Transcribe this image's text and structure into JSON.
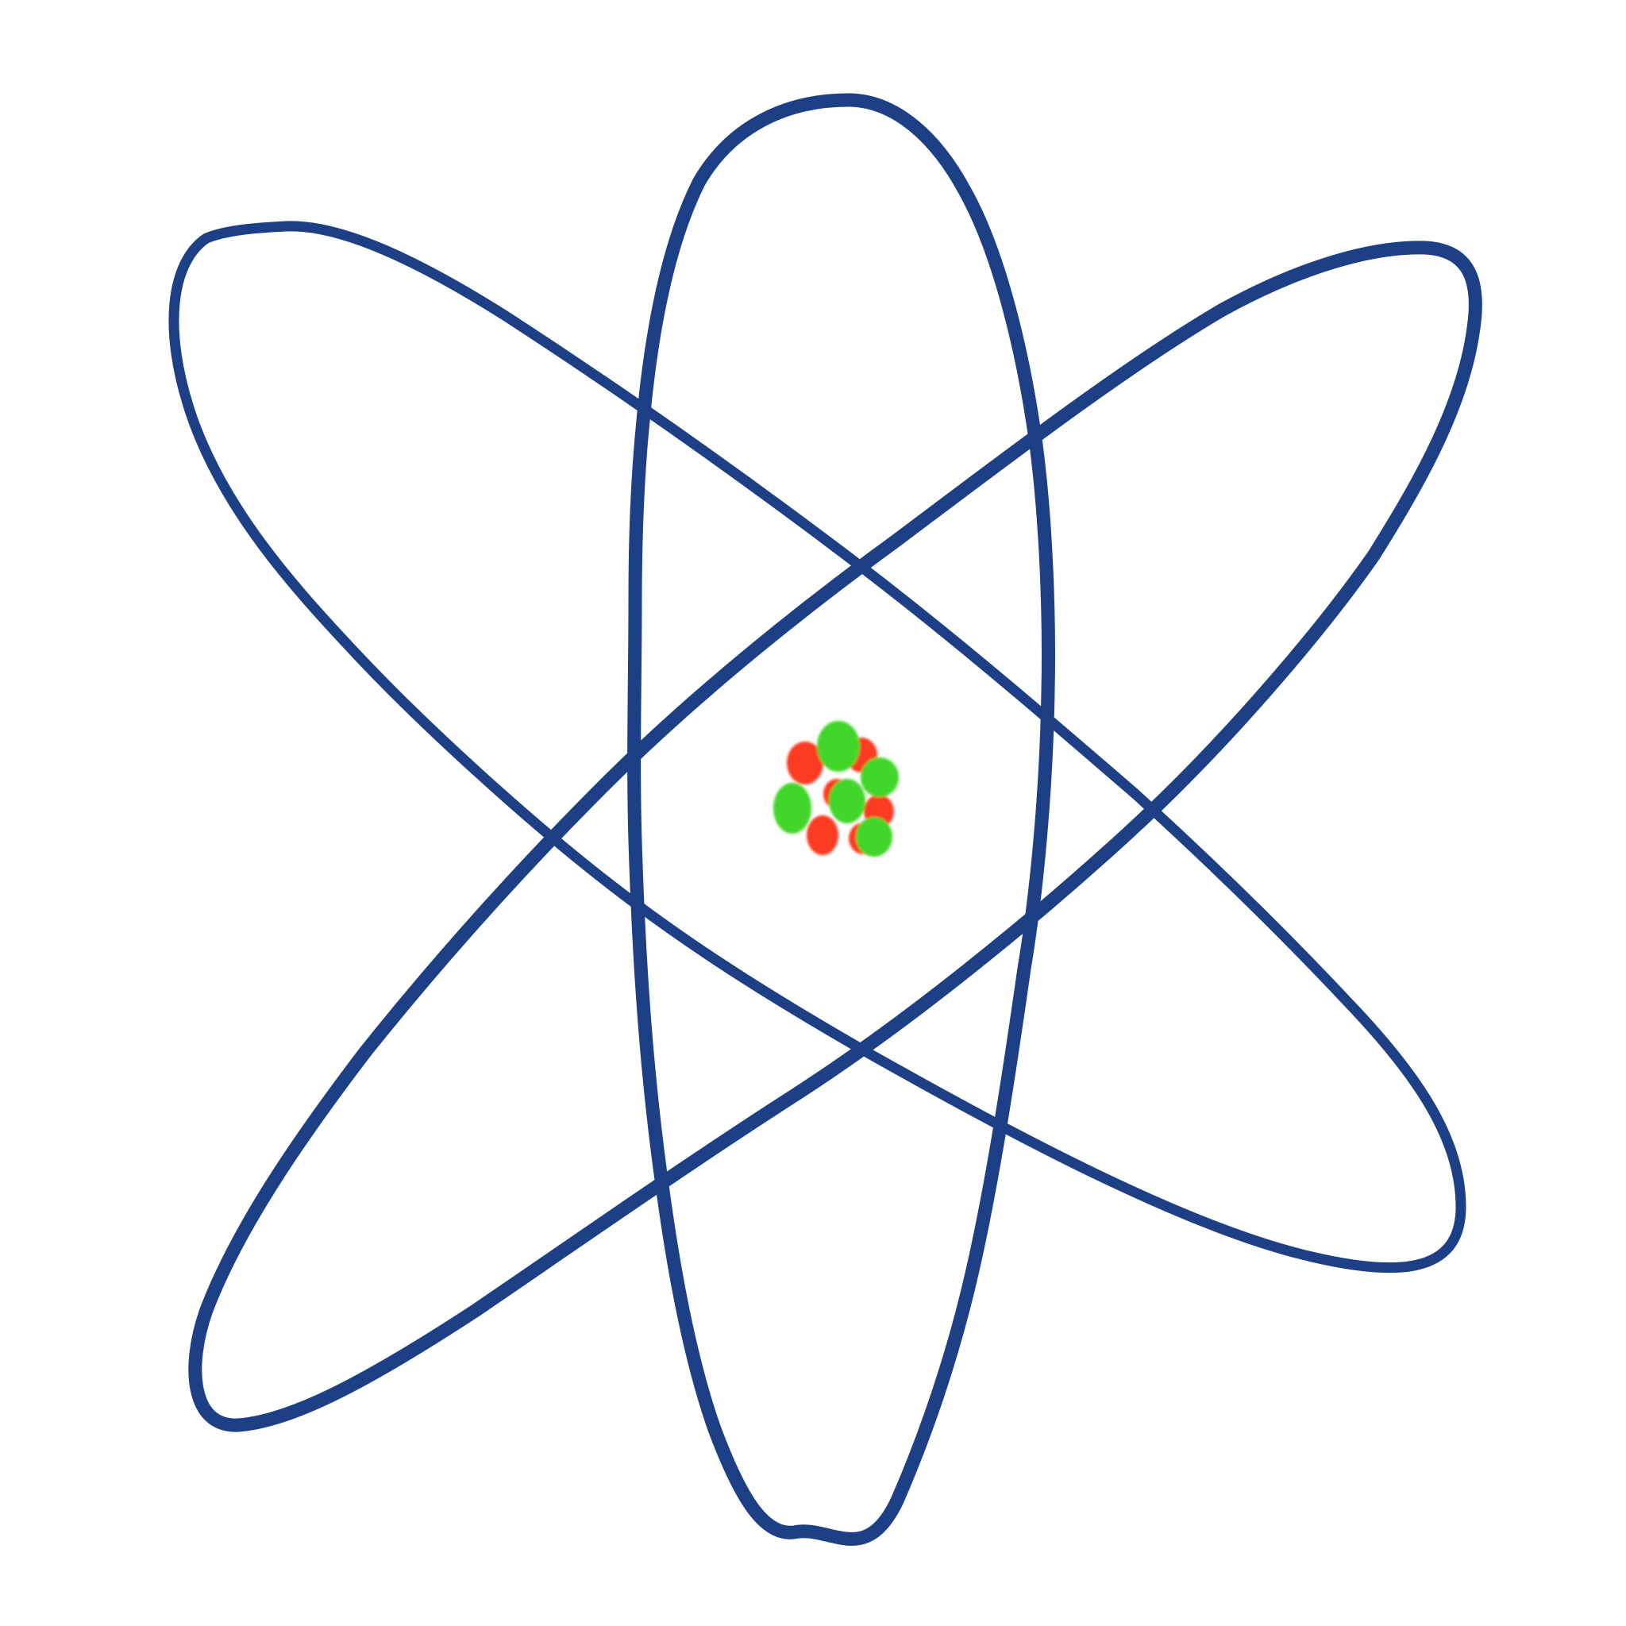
{
  "colors": {
    "background": "#ffffff",
    "orbit": "#1c3f86",
    "proton": "#fb3b20",
    "neutron": "#42d52a"
  },
  "orbits": [
    {
      "name": "vertical-orbit"
    },
    {
      "name": "orbit-top-left-to-bottom-right"
    },
    {
      "name": "orbit-top-right-to-bottom-left"
    }
  ],
  "nucleus": {
    "proton_count": 6,
    "neutron_count": 5
  }
}
